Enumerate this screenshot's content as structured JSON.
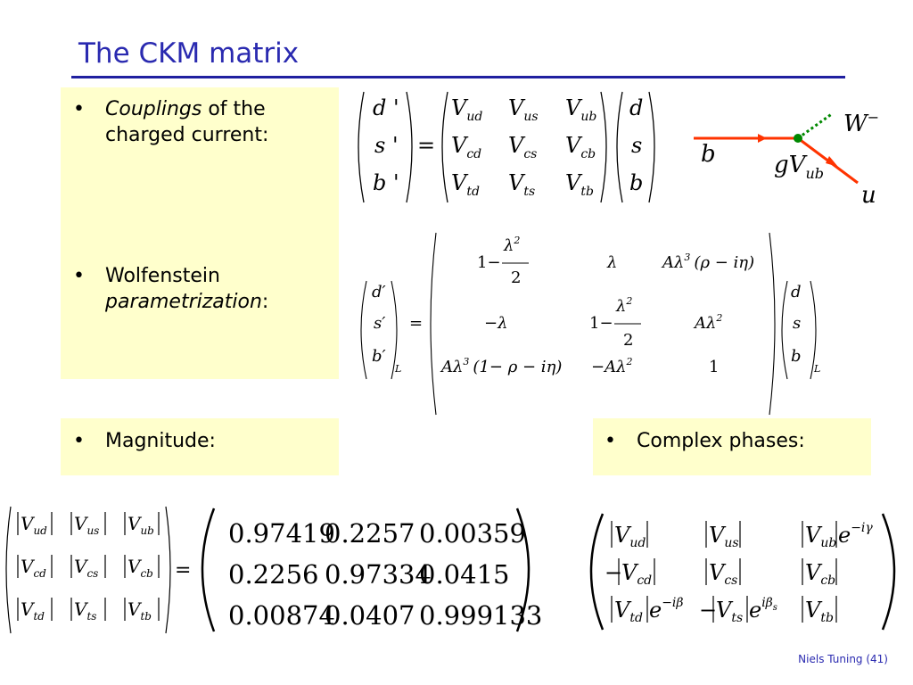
{
  "slide": {
    "title": "The CKM matrix",
    "footer": "Niels Tuning (41)"
  },
  "bullets": {
    "couplings_italic": "Couplings",
    "couplings_rest": " of the",
    "couplings_line2": "charged current:",
    "wolf_line1": "Wolfenstein",
    "wolf_italic": "parametrization",
    "wolf_colon": ":",
    "magnitude": "Magnitude:",
    "phases": "Complex phases:",
    "bullet_char": "•"
  },
  "eq1": {
    "lhs": [
      "d '",
      "s '",
      "b '"
    ],
    "equals": "=",
    "V": "V",
    "subs": [
      [
        "ud",
        "us",
        "ub"
      ],
      [
        "cd",
        "cs",
        "cb"
      ],
      [
        "td",
        "ts",
        "tb"
      ]
    ],
    "rhs": [
      "d",
      "s",
      "b"
    ]
  },
  "feynman": {
    "b": "b",
    "u": "u",
    "W": "W",
    "W_sup": "−",
    "coupling_g": "g",
    "coupling_V": "V",
    "coupling_sub": "ub",
    "colors": {
      "quark_line": "#ff3300",
      "w_line": "#008800",
      "vertex": "#008800"
    }
  },
  "wolf": {
    "lhs": [
      "d′",
      "s′",
      "b′"
    ],
    "rhs": [
      "d",
      "s",
      "b"
    ],
    "sub_L": "L",
    "equals": "=",
    "r1": {
      "c1_one": "1−",
      "c1_lam": "λ",
      "c1_sup": "2",
      "c1_den": "2",
      "c2": "λ",
      "c3_A": "Aλ",
      "c3_sup": "3",
      "c3_paren": "(ρ − iη)"
    },
    "r2": {
      "c1": "−λ",
      "c2_one": "1−",
      "c2_lam": "λ",
      "c2_sup": "2",
      "c2_den": "2",
      "c3_A": "Aλ",
      "c3_sup": "2"
    },
    "r3": {
      "c1_A": "Aλ",
      "c1_sup": "3",
      "c1_paren": "(1− ρ − iη)",
      "c2_A": "−Aλ",
      "c2_sup": "2",
      "c3": "1"
    }
  },
  "magnitudes": {
    "equals": "=",
    "V": "V",
    "subs": [
      [
        "ud",
        "us",
        "ub"
      ],
      [
        "cd",
        "cs",
        "cb"
      ],
      [
        "td",
        "ts",
        "tb"
      ]
    ],
    "values": [
      [
        "0.97419",
        "0.2257",
        "0.00359"
      ],
      [
        "0.2256",
        "0.97334",
        "0.0415"
      ],
      [
        "0.00874",
        "0.0407",
        "0.999133"
      ]
    ]
  },
  "phases": {
    "r1": {
      "c1_sub": "ud",
      "c2_sub": "us",
      "c3_sub": "ub",
      "c3_exp": "−iγ"
    },
    "r2": {
      "c1_pre": "−",
      "c1_sub": "cd",
      "c2_sub": "cs",
      "c3_sub": "cb"
    },
    "r3": {
      "c1_sub": "td",
      "c1_exp": "−iβ",
      "c2_pre": "−",
      "c2_sub": "ts",
      "c2_exp_main": "iβ",
      "c2_exp_sub": "s",
      "c3_sub": "tb"
    },
    "V": "V",
    "e": "e"
  },
  "colors": {
    "title": "#2a2ab0",
    "rule": "#2020a0",
    "highlight": "#ffffcc"
  }
}
